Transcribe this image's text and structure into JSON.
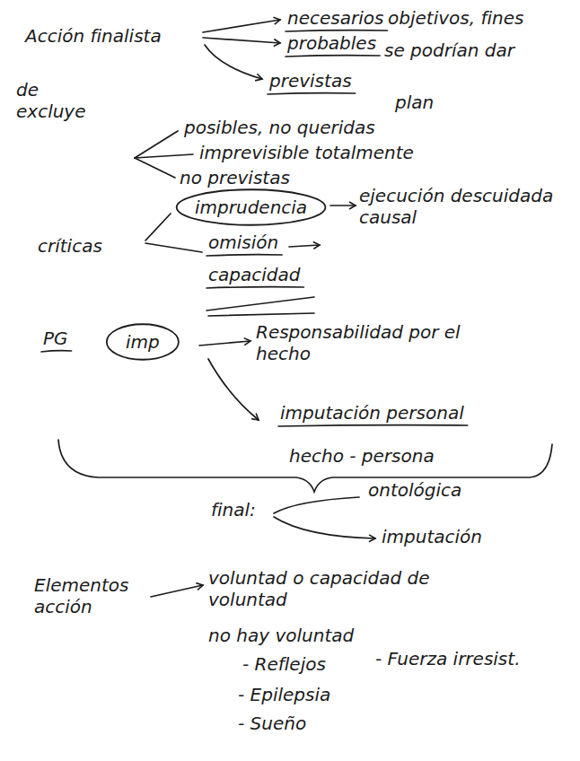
{
  "diagram": {
    "nodes": [
      {
        "text": [
          "imprudencia"
        ]
      },
      {
        "text": [
          "imp"
        ]
      }
    ],
    "labels": [
      "Acción finalista",
      "necesarios",
      "objetivos, fines",
      "probables",
      "se podrían dar",
      "previstas",
      "plan",
      "de excluye",
      "posibles, no queridas",
      "imprevisible totalmente",
      "no previstas",
      "ejecución descuidada causal",
      "críticas",
      "omisión",
      "capacidad",
      "PG",
      "Responsabilidad por el hecho",
      "imputación personal",
      "hecho - persona",
      "final:",
      "ontológica",
      "imputación",
      "Elementos acción",
      "voluntad o capacidad de voluntad",
      "no hay voluntad",
      "- Reflejos",
      "- Fuerza irresist.",
      "- Epilepsia",
      "- Sueño"
    ]
  }
}
